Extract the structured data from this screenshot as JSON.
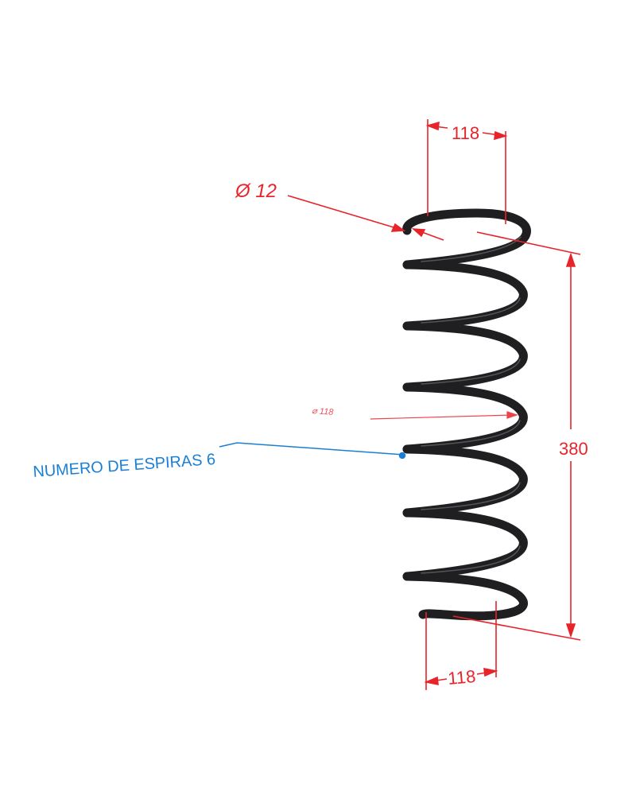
{
  "colors": {
    "dimension": "#e8242b",
    "note": "#1a7fd4",
    "spring": "#1f1f21",
    "background": "#ffffff"
  },
  "dimensions": {
    "top_width": "118",
    "bottom_width": "118",
    "height": "380",
    "wire_diameter": "Ø 12",
    "mean_diameter_faint": "⌀ 118"
  },
  "notes": {
    "coil_count": "NUMERO DE ESPIRAS 6"
  },
  "spring": {
    "coil_count": 6
  }
}
